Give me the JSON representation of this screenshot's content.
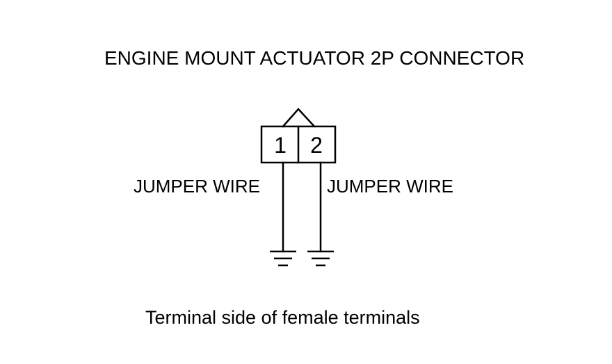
{
  "title": "ENGINE MOUNT ACTUATOR 2P CONNECTOR",
  "connector": {
    "pins": [
      "1",
      "2"
    ]
  },
  "wires": {
    "left_label": "JUMPER WIRE",
    "right_label": "JUMPER WIRE"
  },
  "caption": "Terminal side of female terminals",
  "icons": {
    "ground": "ground-symbol-icon",
    "lock_tab": "connector-lock-tab-icon"
  },
  "colors": {
    "line": "#000000",
    "background": "#ffffff"
  }
}
